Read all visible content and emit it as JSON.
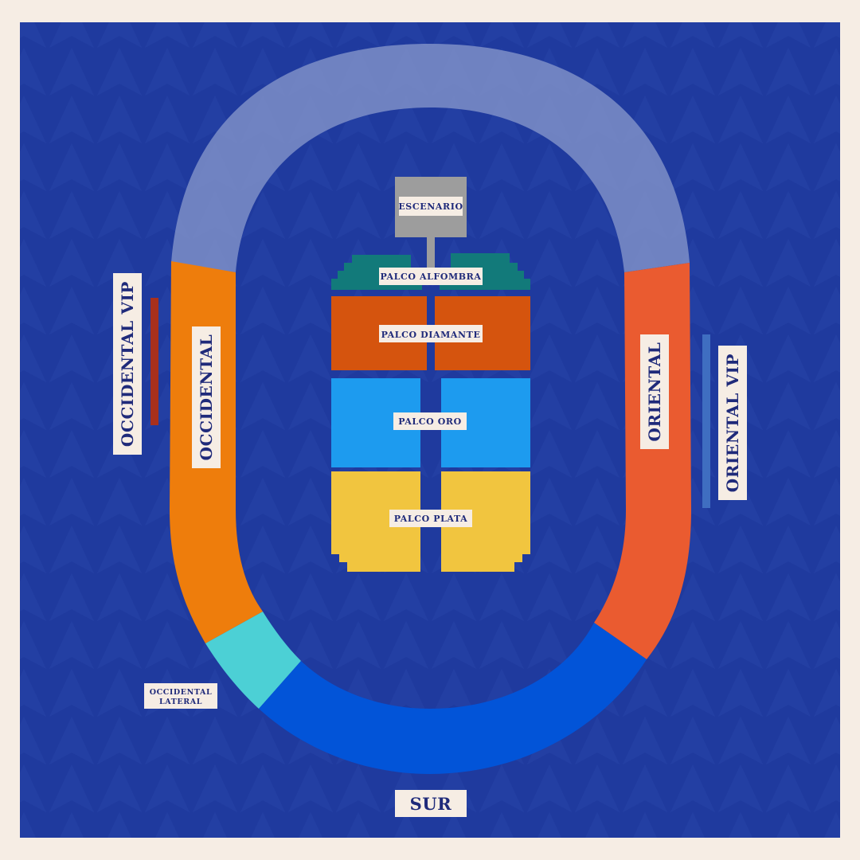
{
  "stage": {
    "label": "ESCENARIO"
  },
  "sections": {
    "palco_alfombra": {
      "label": "PALCO ALFOMBRA"
    },
    "palco_diamante": {
      "label": "PALCO DIAMANTE"
    },
    "palco_oro": {
      "label": "PALCO ORO"
    },
    "palco_plata": {
      "label": "PALCO PLATA"
    },
    "occidental": {
      "label": "OCCIDENTAL"
    },
    "occidental_vip": {
      "label": "OCCIDENTAL VIP"
    },
    "oriental": {
      "label": "ORIENTAL"
    },
    "oriental_vip": {
      "label": "ORIENTAL VIP"
    },
    "occidental_lateral": {
      "label_line1": "OCCIDENTAL",
      "label_line2": "LATERAL"
    },
    "sur": {
      "label": "SUR"
    }
  },
  "colors": {
    "background": "#1f3a9e",
    "frame": "#f6ede4",
    "north_ring": "#8b9bcc",
    "occidental": "#ee7d0c",
    "oriental": "#ea5b30",
    "sur": "#0254d8",
    "occidental_lateral": "#4cd0d5",
    "stage": "#9d9d9d",
    "palco_alfombra": "#127a7a",
    "palco_diamante": "#d5540e",
    "palco_oro": "#1d9bef",
    "palco_plata": "#f1c53f",
    "occidental_vip_bar": "#a8301c",
    "oriental_vip_bar": "#3f6ec1",
    "label_bg": "#f6ede4",
    "label_text": "#1f2a7a"
  }
}
